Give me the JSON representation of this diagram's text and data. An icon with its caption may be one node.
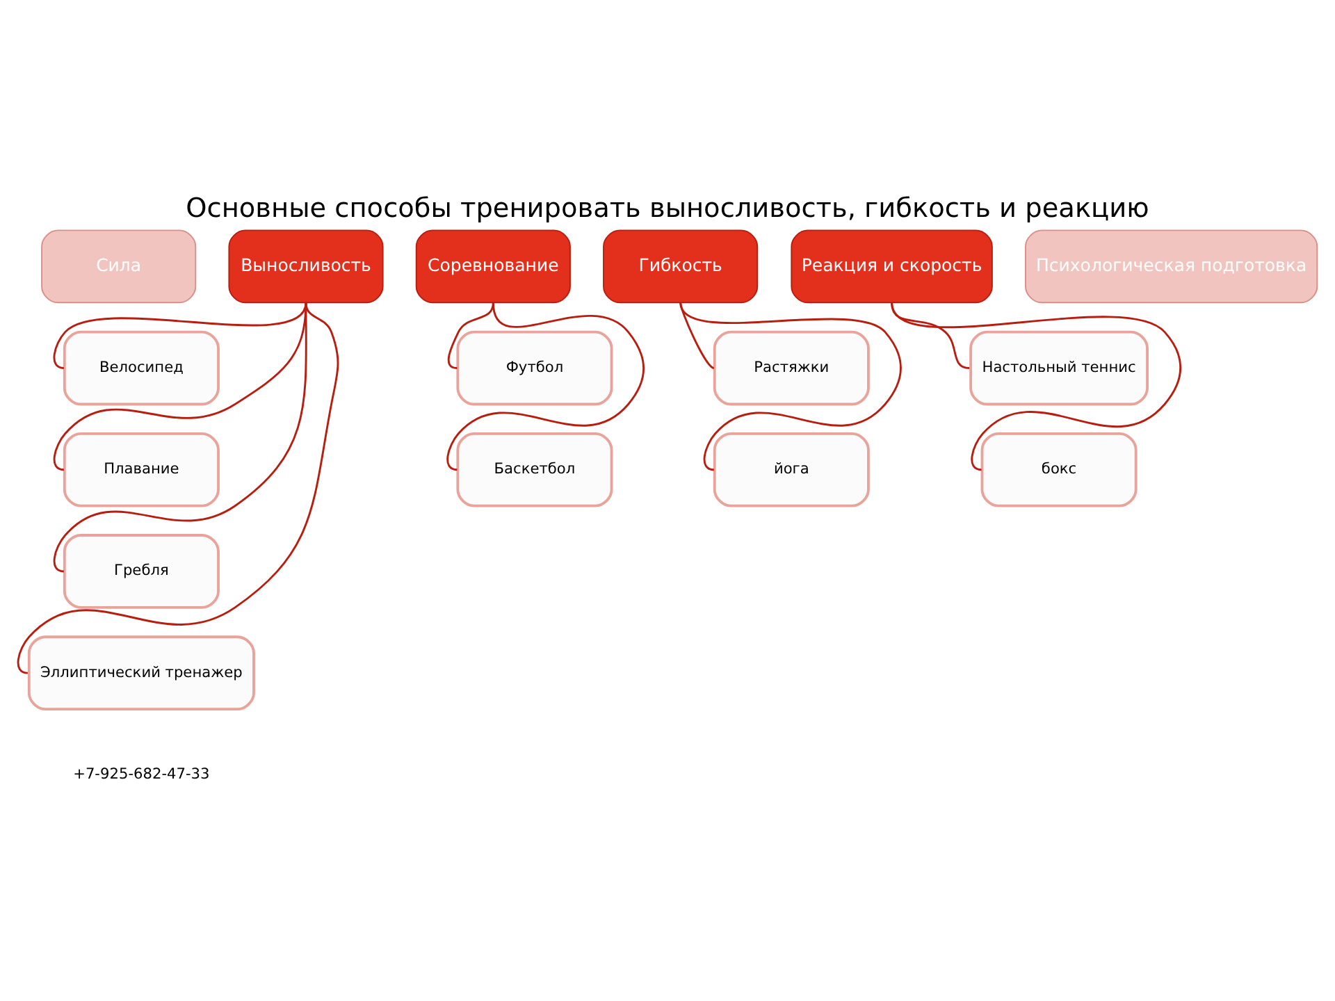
{
  "diagram": {
    "title": "Основные способы тренировать выносливость, гибкость и реакцию",
    "nodes": [
      {
        "text": [
          "Сила"
        ]
      },
      {
        "text": [
          "Выносливость"
        ]
      },
      {
        "text": [
          "Велосипед"
        ]
      },
      {
        "text": [
          "Плавание"
        ]
      },
      {
        "text": [
          "Гребля"
        ]
      },
      {
        "text": [
          "Эллиптический тренажер"
        ]
      },
      {
        "text": [
          "Соревнование"
        ]
      },
      {
        "text": [
          "Футбол"
        ]
      },
      {
        "text": [
          "Баскетбол"
        ]
      },
      {
        "text": [
          "Гибкость"
        ]
      },
      {
        "text": [
          "Растяжки"
        ]
      },
      {
        "text": [
          "йога"
        ]
      },
      {
        "text": [
          "Реакция и скорость"
        ]
      },
      {
        "text": [
          "Настольный теннис"
        ]
      },
      {
        "text": [
          "бокс"
        ]
      },
      {
        "text": [
          "Психологическая подготовка"
        ]
      }
    ],
    "edges": [
      {
        "from": 1,
        "to": 2,
        "arrow": "none"
      },
      {
        "from": 1,
        "to": 3,
        "arrow": "none"
      },
      {
        "from": 1,
        "to": 4,
        "arrow": "none"
      },
      {
        "from": 1,
        "to": 5,
        "arrow": "none"
      },
      {
        "from": 6,
        "to": 7,
        "arrow": "none"
      },
      {
        "from": 6,
        "to": 8,
        "arrow": "none"
      },
      {
        "from": 9,
        "to": 10,
        "arrow": "none"
      },
      {
        "from": 9,
        "to": 11,
        "arrow": "none"
      },
      {
        "from": 12,
        "to": 13,
        "arrow": "none"
      },
      {
        "from": 12,
        "to": 14,
        "arrow": "none"
      }
    ],
    "labels": [
      "+7-925-682-47-33"
    ]
  }
}
